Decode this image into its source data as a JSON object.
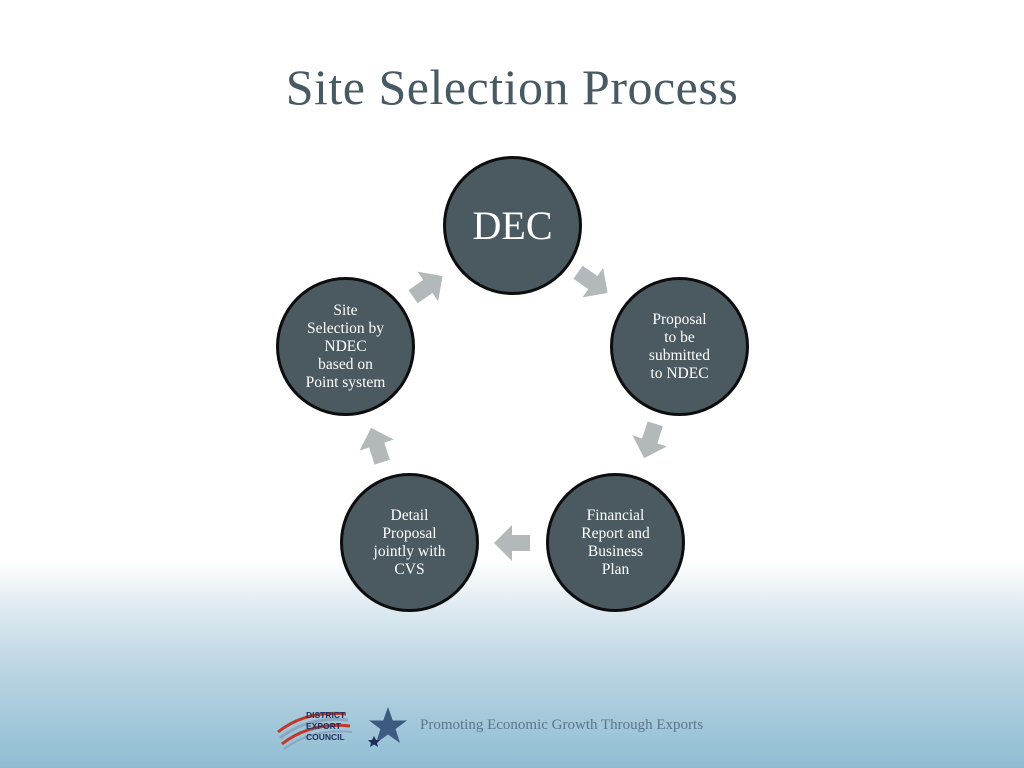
{
  "title": "Site Selection Process",
  "nodes": [
    {
      "label": "DEC"
    },
    {
      "label": "Proposal\nto be\nsubmitted\nto NDEC"
    },
    {
      "label": "Financial\nReport and\nBusiness\nPlan"
    },
    {
      "label": "Detail\nProposal\njointly with\nCVS"
    },
    {
      "label": "Site\nSelection  by\nNDEC\nbased on\nPoint system"
    }
  ],
  "colors": {
    "node_fill": "#4a5a60",
    "node_border": "#0d0d0d",
    "arrow": "#b3b8bb",
    "title": "#475a63"
  },
  "footer": {
    "logo_text": [
      "DISTRICT",
      "EXPORT",
      "COUNCIL"
    ],
    "tagline": "Promoting Economic Growth Through Exports"
  }
}
